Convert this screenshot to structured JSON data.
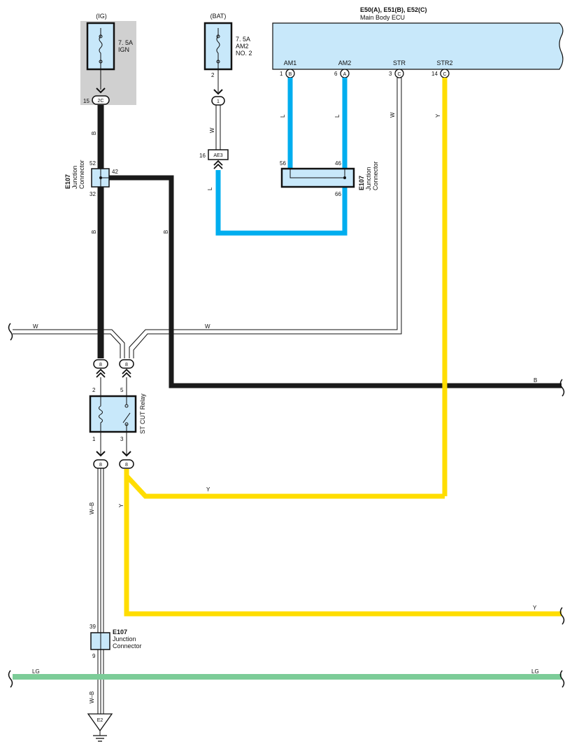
{
  "fuses": {
    "ig_source": "(IG)",
    "ig_name_1": "7. 5A",
    "ig_name_2": "IGN",
    "bat_source": "(BAT)",
    "bat_name_1": "7. 5A",
    "bat_name_2": "AM2",
    "bat_name_3": "NO. 2",
    "bat_pin": "2"
  },
  "ecu": {
    "title": "E50(A), E51(B), E52(C)",
    "name": "Main Body ECU",
    "terminals": [
      {
        "label": "AM1",
        "pin": "1",
        "conn": "B"
      },
      {
        "label": "AM2",
        "pin": "6",
        "conn": "A"
      },
      {
        "label": "STR",
        "pin": "3",
        "conn": "C"
      },
      {
        "label": "STR2",
        "pin": "14",
        "conn": "C"
      }
    ]
  },
  "connectors": {
    "c2c_pin": "15",
    "c2c": "2C",
    "c1": "1",
    "ae3_pin": "16",
    "ae3": "AE3",
    "relay_conn": "8"
  },
  "jc_upper_left": {
    "id": "E107",
    "line1": "Junction",
    "line2": "Connector",
    "pin_top": "52",
    "pin_right": "42",
    "pin_bottom": "32"
  },
  "jc_upper_right": {
    "id": "E107",
    "line1": "Junction",
    "line2": "Connector",
    "pin_tl": "56",
    "pin_tr": "46",
    "pin_br": "66"
  },
  "jc_lower": {
    "id": "E107",
    "line1": "Junction",
    "line2": "Connector",
    "pin_top": "39",
    "pin_bottom": "9"
  },
  "relay": {
    "name": "ST CUT Relay",
    "pin_2": "2",
    "pin_5": "5",
    "pin_1": "1",
    "pin_3": "3"
  },
  "wires": {
    "b1": "B",
    "b2": "B",
    "b3": "B",
    "b4": "B",
    "w1": "W",
    "w2": "W",
    "w3": "W",
    "w4": "W",
    "l1": "L",
    "l2": "L",
    "l3": "L",
    "y1": "Y",
    "y2": "Y",
    "y3": "Y",
    "y4": "Y",
    "wb1": "W–B",
    "wb2": "W–B",
    "lg1": "LG",
    "lg2": "LG"
  },
  "ground": {
    "label": "E2"
  },
  "colors": {
    "black": "#1a1a1a",
    "blue": "#00aeef",
    "yellow": "#ffdd00",
    "lightgreen": "#7ccc98",
    "component_fill": "#c8e8fa",
    "ig_shade": "#d0d0d0"
  }
}
